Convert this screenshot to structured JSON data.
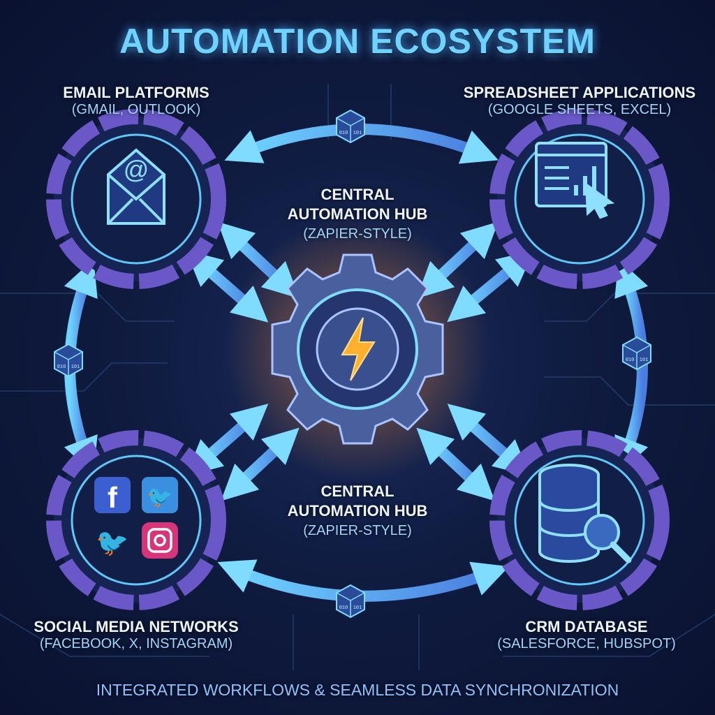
{
  "title": "AUTOMATION ECOSYSTEM",
  "nodes": {
    "email": {
      "label": "EMAIL PLATFORMS",
      "sub": "(GMAIL, OUTLOOK)",
      "icon": "envelope-at-icon"
    },
    "spreadsheet": {
      "label": "SPREADSHEET APPLICATIONS",
      "sub": "(GOOGLE SHEETS, EXCEL)",
      "icon": "spreadsheet-chart-cursor-icon"
    },
    "social": {
      "label": "SOCIAL MEDIA NETWORKS",
      "sub": "(FACEBOOK, X, INSTAGRAM)",
      "icon": "social-logos-icon"
    },
    "crm": {
      "label": "CRM DATABASE",
      "sub": "(SALESFORCE, HUBSPOT)",
      "icon": "database-search-icon"
    }
  },
  "hub": {
    "top": {
      "line1": "CENTRAL",
      "line2": "AUTOMATION HUB",
      "sub": "(ZAPIER-STYLE)"
    },
    "bottom": {
      "line1": "CENTRAL",
      "line2": "AUTOMATION HUB",
      "sub": "(ZAPIER-STYLE)"
    },
    "icon": "gear-lightning-icon"
  },
  "footer": "INTEGRATED WORKFLOWS & SEAMLESS DATA SYNCHRONIZATION",
  "colors": {
    "accent": "#5fc8f8",
    "purple": "#7b5ed8",
    "bolt": "#ffb02e",
    "background": "#0f1b3f"
  }
}
